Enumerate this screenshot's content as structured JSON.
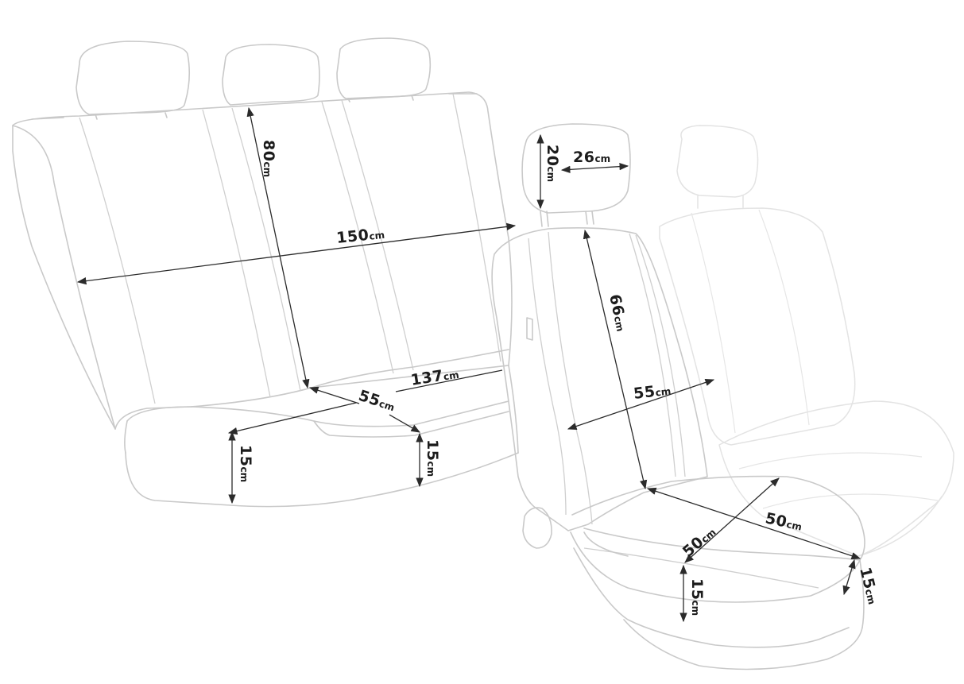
{
  "dimensions": [
    {
      "id": "rear-backrest-height",
      "value": "80",
      "unit": "cm"
    },
    {
      "id": "rear-backrest-width",
      "value": "150",
      "unit": "cm"
    },
    {
      "id": "rear-seat-width",
      "value": "137",
      "unit": "cm"
    },
    {
      "id": "rear-seat-depth",
      "value": "55",
      "unit": "cm"
    },
    {
      "id": "rear-cushion-thickness-left",
      "value": "15",
      "unit": "cm"
    },
    {
      "id": "rear-cushion-thickness-right",
      "value": "15",
      "unit": "cm"
    },
    {
      "id": "headrest-height",
      "value": "20",
      "unit": "cm"
    },
    {
      "id": "headrest-width",
      "value": "26",
      "unit": "cm"
    },
    {
      "id": "front-backrest-height",
      "value": "66",
      "unit": "cm"
    },
    {
      "id": "front-backrest-width",
      "value": "55",
      "unit": "cm"
    },
    {
      "id": "front-seat-depth",
      "value": "50",
      "unit": "cm"
    },
    {
      "id": "front-seat-width",
      "value": "50",
      "unit": "cm"
    },
    {
      "id": "front-cushion-thickness-left",
      "value": "15",
      "unit": "cm"
    },
    {
      "id": "front-cushion-thickness-right",
      "value": "15",
      "unit": "cm"
    }
  ]
}
